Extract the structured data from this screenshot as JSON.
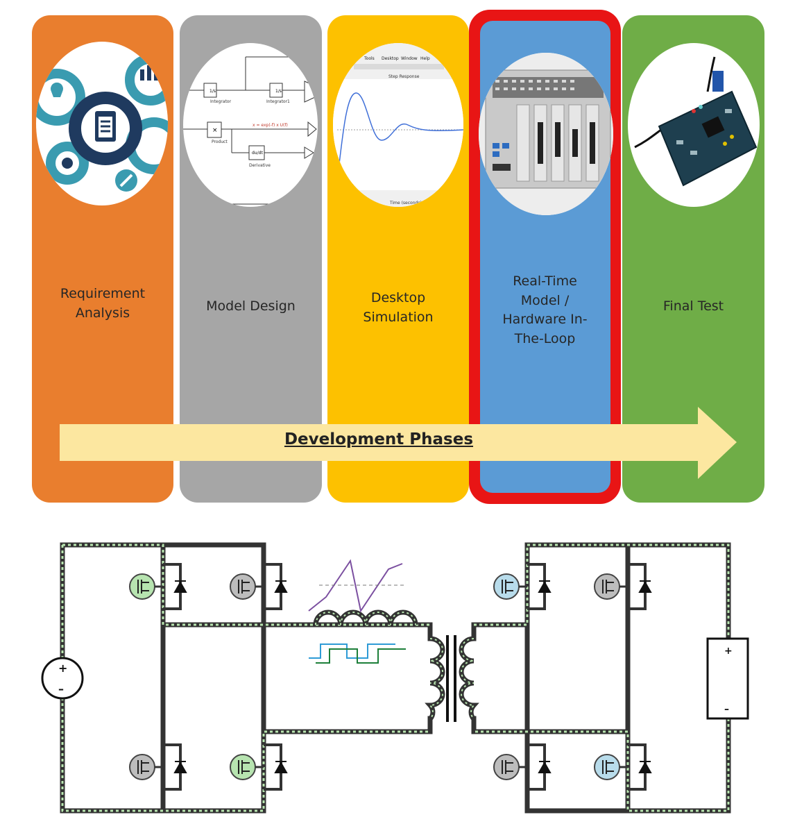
{
  "phases": [
    {
      "label": "Requirement\nAnalysis",
      "color": "#E97E2E",
      "icon": "gears-icon"
    },
    {
      "label": "Model Design",
      "color": "#A6A6A6",
      "icon": "block-diagram-icon"
    },
    {
      "label": "Desktop\nSimulation",
      "color": "#FDC100",
      "icon": "step-response-plot-icon"
    },
    {
      "label": "Real-Time\nModel /\nHardware In-\nThe-Loop",
      "color": "#5B9BD5",
      "icon": "realtime-target-icon",
      "highlight": "#E81515"
    },
    {
      "label": "Final Test",
      "color": "#6FAD47",
      "icon": "fpga-board-icon"
    }
  ],
  "arrow": {
    "label": "Development Phases",
    "color": "#FCE7A0"
  },
  "simulink": {
    "integrator": "Integrator",
    "integrator1": "Integrator1",
    "product": "Product",
    "derivative": "Derivative",
    "equation": "x = exp(-f) x U(f)",
    "frac": "1/s",
    "du": "du/dt"
  },
  "plot": {
    "title": "Step Response",
    "xlabel": "Time (seconds)",
    "menu": [
      "Tools",
      "Desktop",
      "Window",
      "Help"
    ]
  },
  "circuit": {
    "plus": "+",
    "minus": "–",
    "battery_plus": "+",
    "battery_minus": "–"
  }
}
